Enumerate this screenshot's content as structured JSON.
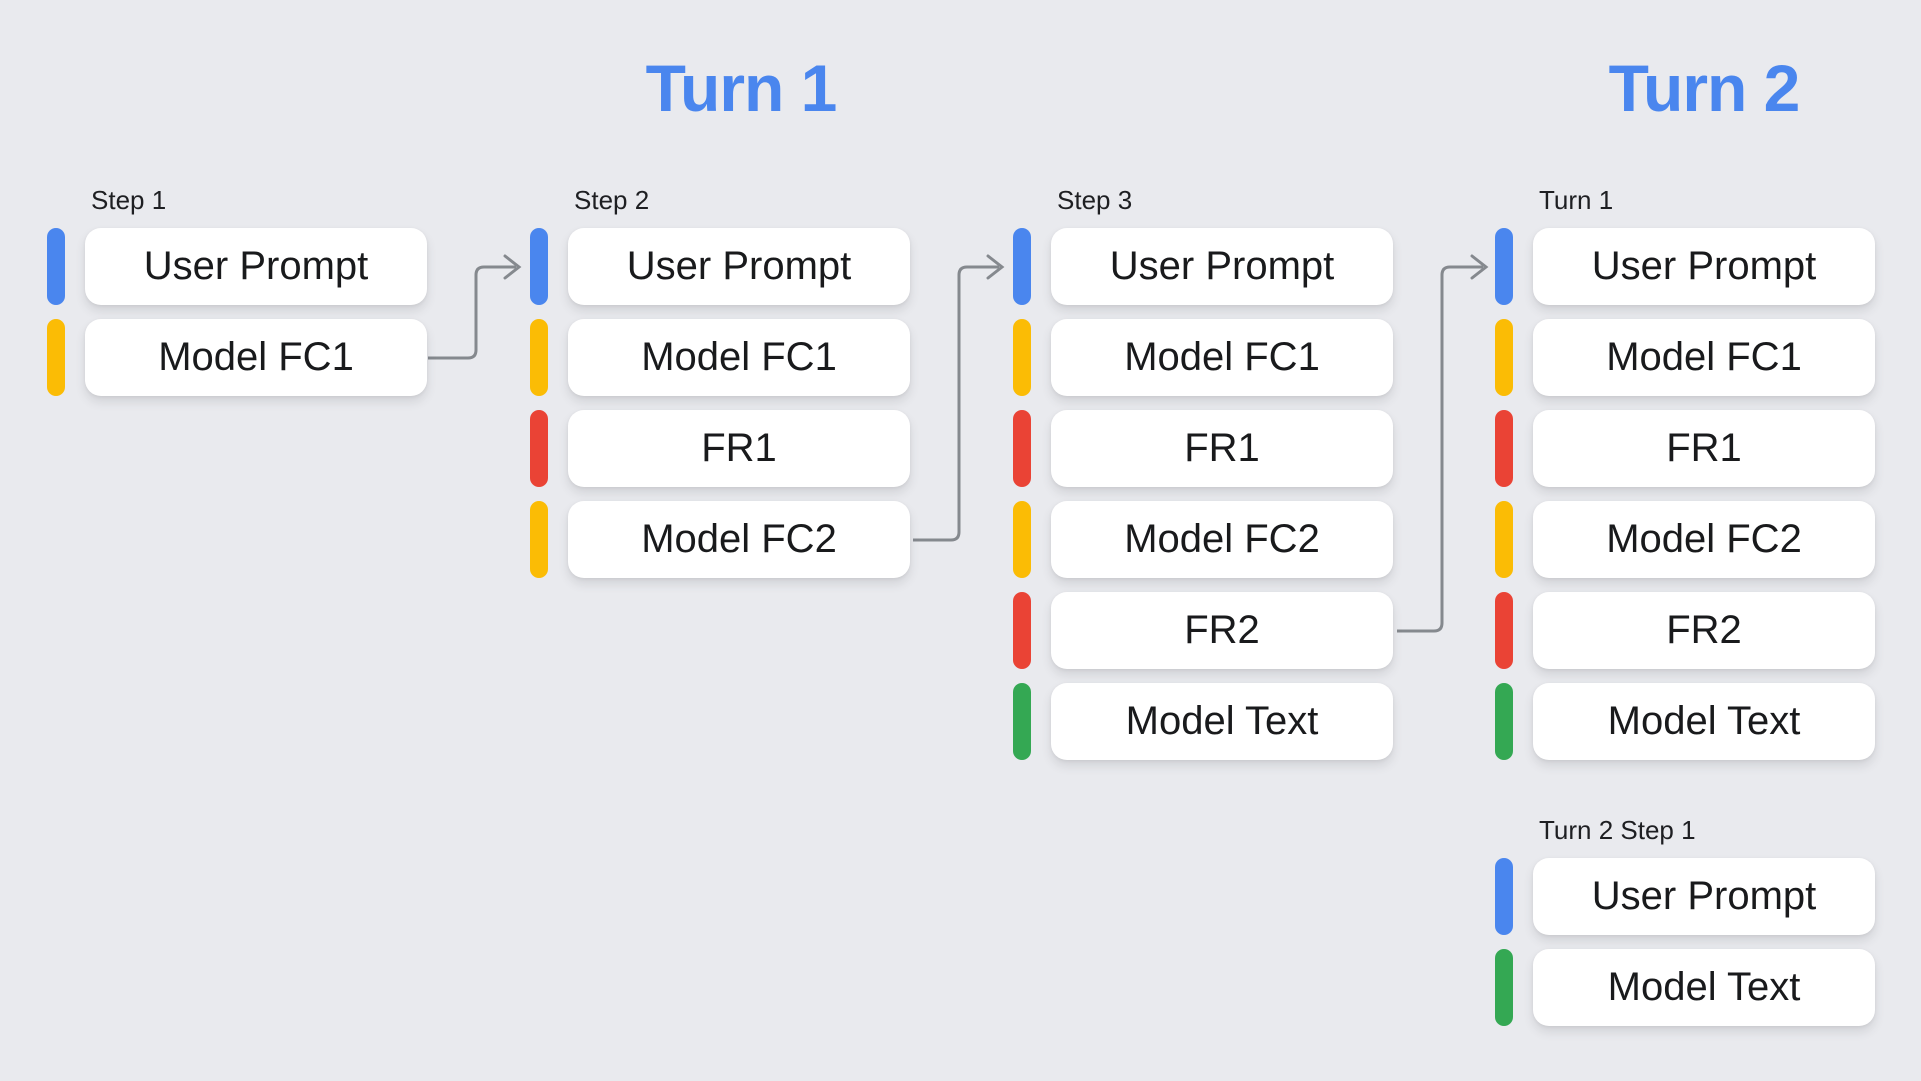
{
  "titles": {
    "turn1": "Turn 1",
    "turn2": "Turn 2"
  },
  "colors": {
    "blue": "#4a86ee",
    "yellow": "#fbbc05",
    "red": "#ea4335",
    "green": "#34a853",
    "title_blue": "#4a86ee",
    "arrow_gray": "#85898e",
    "card_text": "#191a1c",
    "label_text": "#1e1f22",
    "background": "#e9eaee",
    "card_background": "#ffffff"
  },
  "groups": [
    {
      "id": "step1",
      "label": "Step 1",
      "cards": [
        {
          "text": "User Prompt",
          "bar": "blue"
        },
        {
          "text": "Model FC1",
          "bar": "yellow"
        }
      ]
    },
    {
      "id": "step2",
      "label": "Step 2",
      "cards": [
        {
          "text": "User Prompt",
          "bar": "blue"
        },
        {
          "text": "Model FC1",
          "bar": "yellow"
        },
        {
          "text": "FR1",
          "bar": "red"
        },
        {
          "text": "Model FC2",
          "bar": "yellow"
        }
      ]
    },
    {
      "id": "step3",
      "label": "Step 3",
      "cards": [
        {
          "text": "User Prompt",
          "bar": "blue"
        },
        {
          "text": "Model FC1",
          "bar": "yellow"
        },
        {
          "text": "FR1",
          "bar": "red"
        },
        {
          "text": "Model FC2",
          "bar": "yellow"
        },
        {
          "text": "FR2",
          "bar": "red"
        },
        {
          "text": "Model Text",
          "bar": "green"
        }
      ]
    },
    {
      "id": "turn1-history",
      "label": "Turn 1",
      "cards": [
        {
          "text": "User Prompt",
          "bar": "blue"
        },
        {
          "text": "Model FC1",
          "bar": "yellow"
        },
        {
          "text": "FR1",
          "bar": "red"
        },
        {
          "text": "Model FC2",
          "bar": "yellow"
        },
        {
          "text": "FR2",
          "bar": "red"
        },
        {
          "text": "Model Text",
          "bar": "green"
        }
      ]
    },
    {
      "id": "turn2-step1",
      "label": "Turn 2 Step 1",
      "cards": [
        {
          "text": "User Prompt",
          "bar": "blue"
        },
        {
          "text": "Model Text",
          "bar": "green"
        }
      ]
    }
  ],
  "arrows": [
    {
      "from": "Step 1 / Model FC1",
      "to": "Step 2 / User Prompt"
    },
    {
      "from": "Step 2 / Model FC2",
      "to": "Step 3 / User Prompt"
    },
    {
      "from": "Step 3 / FR2",
      "to": "Turn 1 / User Prompt"
    }
  ]
}
